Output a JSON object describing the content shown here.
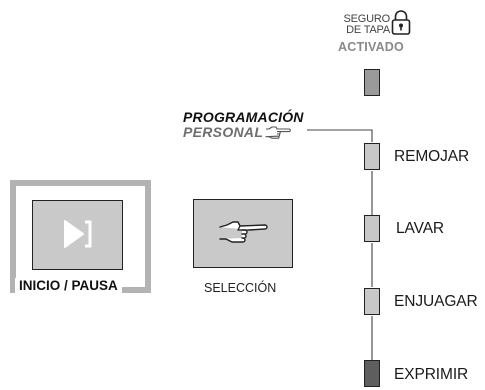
{
  "lid_lock": {
    "label_line1": "SEGURO",
    "label_line2": "DE TAPA",
    "status": "ACTIVADO",
    "icon": "padlock-icon"
  },
  "personal_program": {
    "line1": "PROGRAMACIÓN",
    "line2": "PERSONAL",
    "icon": "pointing-hand-icon"
  },
  "cycles": [
    {
      "label": "REMOJAR"
    },
    {
      "label": "LAVAR"
    },
    {
      "label": "ENJUAGAR"
    },
    {
      "label": "EXPRIMIR"
    }
  ],
  "start_button": {
    "label": "INICIO / PAUSA",
    "icon": "play-pause-icon"
  },
  "selection_button": {
    "label": "SELECCIÓN",
    "icon": "pointing-hand-icon"
  },
  "colors": {
    "light_off": "#c8c8c8",
    "light_on": "#5e5e5e",
    "frame": "#b3b3b3",
    "accent_text": "#8a8a8a"
  }
}
